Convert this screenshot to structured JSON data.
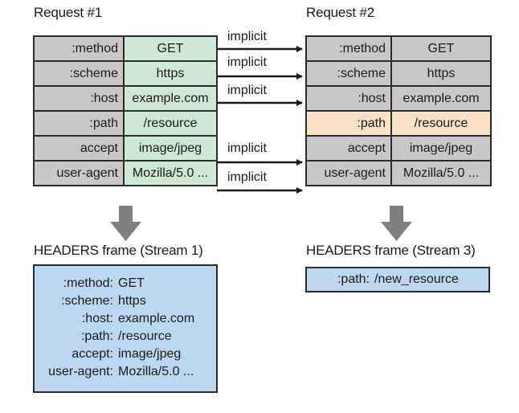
{
  "request1": {
    "title": "Request #1",
    "rows": [
      {
        "key": ":method",
        "value": "GET"
      },
      {
        "key": ":scheme",
        "value": "https"
      },
      {
        "key": ":host",
        "value": "example.com"
      },
      {
        "key": ":path",
        "value": "/resource"
      },
      {
        "key": "accept",
        "value": "image/jpeg"
      },
      {
        "key": "user-agent",
        "value": "Mozilla/5.0 ..."
      }
    ]
  },
  "request2": {
    "title": "Request #2",
    "rows": [
      {
        "key": ":method",
        "value": "GET"
      },
      {
        "key": ":scheme",
        "value": "https"
      },
      {
        "key": ":host",
        "value": "example.com"
      },
      {
        "key": ":path",
        "value": "/resource"
      },
      {
        "key": "accept",
        "value": "image/jpeg"
      },
      {
        "key": "user-agent",
        "value": "Mozilla/5.0 ..."
      }
    ]
  },
  "arrow_label": "implicit",
  "frame1": {
    "title": "HEADERS frame (Stream 1)",
    "rows": [
      {
        "key": ":method:",
        "value": "GET"
      },
      {
        "key": ":scheme:",
        "value": "https"
      },
      {
        "key": ":host:",
        "value": "example.com"
      },
      {
        "key": ":path:",
        "value": "/resource"
      },
      {
        "key": "accept:",
        "value": "image/jpeg"
      },
      {
        "key": "user-agent:",
        "value": "Mozilla/5.0 ..."
      }
    ]
  },
  "frame3": {
    "title": "HEADERS frame (Stream 3)",
    "rows": [
      {
        "key": ":path:",
        "value": "/new_resource"
      }
    ]
  },
  "colors": {
    "request1_value_bg": "#cfe7d6",
    "changed_row_bg": "#fbe2c4",
    "neutral_bg": "#c8c8c8",
    "frame_bg": "#bcd7ef"
  }
}
